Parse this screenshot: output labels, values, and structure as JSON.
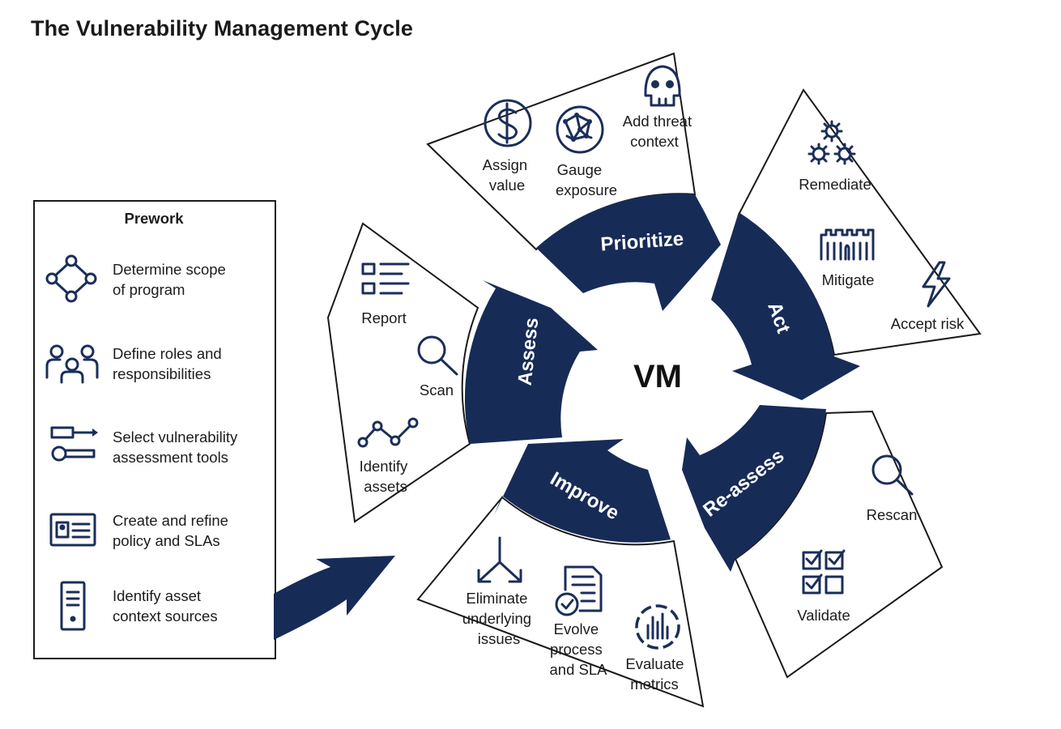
{
  "title": "The Vulnerability Management Cycle",
  "center": "VM",
  "colors": {
    "navy": "#172b57",
    "icon": "#1b2e5a",
    "outline": "#1a1a1a"
  },
  "prework": {
    "title": "Prework",
    "items": [
      {
        "icon": "scope-cycle-icon",
        "lines": [
          "Determine scope",
          "of program"
        ]
      },
      {
        "icon": "people-roles-icon",
        "lines": [
          "Define roles and",
          "responsibilities"
        ]
      },
      {
        "icon": "tools-key-icon",
        "lines": [
          "Select vulnerability",
          "assessment tools"
        ]
      },
      {
        "icon": "policy-card-icon",
        "lines": [
          "Create and refine",
          "policy and SLAs"
        ]
      },
      {
        "icon": "server-icon",
        "lines": [
          "Identify asset",
          "context sources"
        ]
      }
    ]
  },
  "stages": {
    "prioritize": {
      "label": "Prioritize",
      "items": [
        {
          "icon": "dollar-icon",
          "lines": [
            "Assign",
            "value"
          ]
        },
        {
          "icon": "globe-network-icon",
          "lines": [
            "Gauge",
            "exposure"
          ]
        },
        {
          "icon": "skull-icon",
          "lines": [
            "Add threat",
            "context"
          ]
        }
      ]
    },
    "act": {
      "label": "Act",
      "items": [
        {
          "icon": "gears-icon",
          "lines": [
            "Remediate"
          ]
        },
        {
          "icon": "castle-wall-icon",
          "lines": [
            "Mitigate"
          ]
        },
        {
          "icon": "lightning-icon",
          "lines": [
            "Accept risk"
          ]
        }
      ]
    },
    "reassess": {
      "label": "Re-assess",
      "items": [
        {
          "icon": "magnifier-icon",
          "lines": [
            "Rescan"
          ]
        },
        {
          "icon": "checkbox-grid-icon",
          "lines": [
            "Validate"
          ]
        }
      ]
    },
    "improve": {
      "label": "Improve",
      "items": [
        {
          "icon": "fork-arrows-icon",
          "lines": [
            "Eliminate",
            "underlying",
            "issues"
          ]
        },
        {
          "icon": "document-check-icon",
          "lines": [
            "Evolve",
            "process",
            "and SLA"
          ]
        },
        {
          "icon": "chart-gauge-icon",
          "lines": [
            "Evaluate",
            "metrics"
          ]
        }
      ]
    },
    "assess": {
      "label": "Assess",
      "items": [
        {
          "icon": "report-list-icon",
          "lines": [
            "Report"
          ]
        },
        {
          "icon": "magnifier-icon",
          "lines": [
            "Scan"
          ]
        },
        {
          "icon": "line-graph-icon",
          "lines": [
            "Identify",
            "assets"
          ]
        }
      ]
    }
  }
}
